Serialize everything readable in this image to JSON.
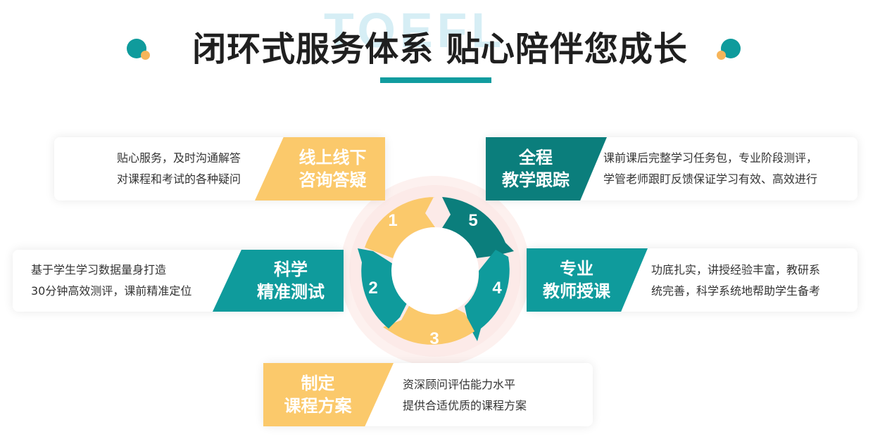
{
  "watermark": "TOEFL",
  "title": "闭环式服务体系 贴心陪伴您成长",
  "colors": {
    "teal": "#0f9b9c",
    "dark_teal": "#0b7e7c",
    "yellow": "#fbc96b",
    "orange_dot": "#f7b55a"
  },
  "ring_numbers": [
    "1",
    "2",
    "3",
    "4",
    "5"
  ],
  "cards": {
    "consult": {
      "label_line1": "线上线下",
      "label_line2": "咨询答疑",
      "desc_line1": "贴心服务，及时沟通解答",
      "desc_line2": "对课程和考试的各种疑问"
    },
    "tracking": {
      "label_line1": "全程",
      "label_line2": "教学跟踪",
      "desc_line1": "课前课后完整学习任务包，专业阶段测评，",
      "desc_line2": "学管老师跟盯反馈保证学习有效、高效进行"
    },
    "testing": {
      "label_line1": "科学",
      "label_line2": "精准测试",
      "desc_line1": "基于学生学习数据量身打造",
      "desc_line2": "30分钟高效测评，课前精准定位"
    },
    "teaching": {
      "label_line1": "专业",
      "label_line2": "教师授课",
      "desc_line1": "功底扎实，讲授经验丰富，教研系",
      "desc_line2": "统完善，科学系统地帮助学生备考"
    },
    "plan": {
      "label_line1": "制定",
      "label_line2": "课程方案",
      "desc_line1": "资深顾问评估能力水平",
      "desc_line2": "提供合适优质的课程方案"
    }
  }
}
